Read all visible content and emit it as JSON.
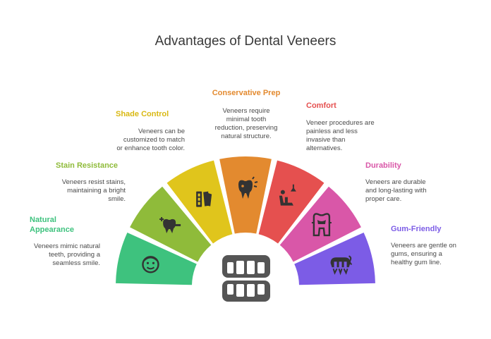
{
  "title": "Advantages of Dental Veneers",
  "colors": {
    "natural": "#3ec27e",
    "stain": "#8fbb3a",
    "shade": "#e0c51c",
    "conservative": "#e38a2f",
    "comfort": "#e5504f",
    "durability": "#d957a8",
    "gum": "#7c5ce6",
    "icon": "#333333",
    "teeth": "#555555"
  },
  "segments": [
    {
      "key": "natural",
      "label": "Natural Appearance",
      "label_lines": [
        "Natural",
        "Appearance"
      ],
      "desc_lines": [
        "Veneers mimic natural",
        "teeth, providing a",
        "seamless smile."
      ],
      "icon": "smiling-face-icon"
    },
    {
      "key": "stain",
      "label": "Stain Resistance",
      "label_lines": [
        "Stain Resistance"
      ],
      "desc_lines": [
        "Veneers resist stains,",
        "maintaining a bright",
        "smile."
      ],
      "icon": "tooth-shield-icon"
    },
    {
      "key": "shade",
      "label": "Shade Control",
      "label_lines": [
        "Shade Control"
      ],
      "desc_lines": [
        "Veneers can be",
        "customized to match",
        "or enhance tooth color."
      ],
      "icon": "shade-guide-icon"
    },
    {
      "key": "conservative",
      "label": "Conservative Prep",
      "label_lines": [
        "Conservative Prep"
      ],
      "desc_lines": [
        "Veneers require",
        "minimal tooth",
        "reduction, preserving",
        "natural structure."
      ],
      "icon": "tooth-sparkle-icon"
    },
    {
      "key": "comfort",
      "label": "Comfort",
      "label_lines": [
        "Comfort"
      ],
      "desc_lines": [
        "Veneer procedures are",
        "painless and less",
        "invasive than",
        "alternatives."
      ],
      "icon": "dental-chair-icon"
    },
    {
      "key": "durability",
      "label": "Durability",
      "label_lines": [
        "Durability"
      ],
      "desc_lines": [
        "Veneers are durable",
        "and long-lasting with",
        "proper care."
      ],
      "icon": "tooth-crown-icon"
    },
    {
      "key": "gum",
      "label": "Gum-Friendly",
      "label_lines": [
        "Gum-Friendly"
      ],
      "desc_lines": [
        "Veneers are gentle on",
        "gums, ensuring a",
        "healthy gum line."
      ],
      "icon": "gum-teeth-icon"
    }
  ]
}
